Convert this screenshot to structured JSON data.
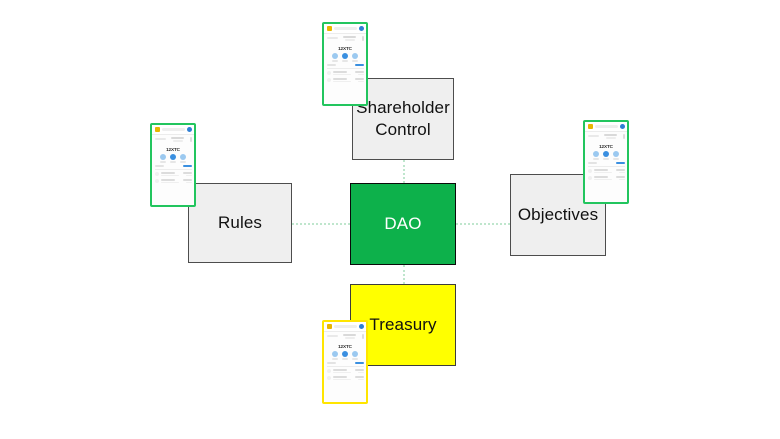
{
  "diagram": {
    "background_color": "#ffffff",
    "nodes": [
      {
        "id": "shareholder",
        "label": "Shareholder\nControl",
        "label_line1": "Shareholder",
        "label_line2": "Control",
        "fill": "#efefef",
        "text_color": "#111111"
      },
      {
        "id": "rules",
        "label": "Rules",
        "fill": "#efefef",
        "text_color": "#111111"
      },
      {
        "id": "dao",
        "label": "DAO",
        "fill": "#0db14b",
        "text_color": "#ffffff"
      },
      {
        "id": "objectives",
        "label": "Objectives",
        "fill": "#efefef",
        "text_color": "#111111"
      },
      {
        "id": "treasury",
        "label": "Treasury",
        "fill": "#ffff00",
        "text_color": "#111111"
      }
    ],
    "connectors": [
      {
        "id": "rules-dao",
        "from": "rules",
        "to": "dao",
        "style": "dotted",
        "color": "#bfe6cd"
      },
      {
        "id": "dao-objectives",
        "from": "dao",
        "to": "objectives",
        "style": "dotted",
        "color": "#bfe6cd"
      },
      {
        "id": "shareholder-dao",
        "from": "shareholder",
        "to": "dao",
        "style": "dotted",
        "color": "#bfe6cd"
      },
      {
        "id": "dao-treasury",
        "from": "dao",
        "to": "treasury",
        "style": "dotted",
        "color": "#bfe6cd"
      }
    ]
  },
  "phones": [
    {
      "id": "phone-top",
      "frame_color": "#22c55e",
      "balance": "12XTC",
      "anchored_to": "shareholder"
    },
    {
      "id": "phone-left",
      "frame_color": "#22c55e",
      "balance": "12XTC",
      "anchored_to": "rules"
    },
    {
      "id": "phone-right",
      "frame_color": "#22c55e",
      "balance": "12XTC",
      "anchored_to": "objectives"
    },
    {
      "id": "phone-bottom",
      "frame_color": "#ffe500",
      "balance": "12XTC",
      "anchored_to": "treasury"
    }
  ]
}
